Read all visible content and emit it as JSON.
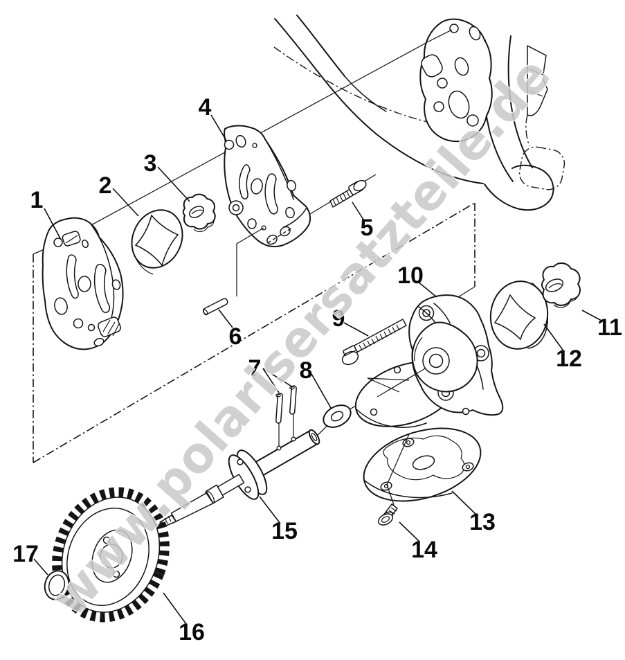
{
  "diagram": {
    "watermark": "www.polarisersatzteile.de",
    "part_labels": [
      "1",
      "2",
      "3",
      "4",
      "5",
      "6",
      "7",
      "8",
      "9",
      "10",
      "11",
      "12",
      "13",
      "14",
      "15",
      "16",
      "17"
    ]
  }
}
